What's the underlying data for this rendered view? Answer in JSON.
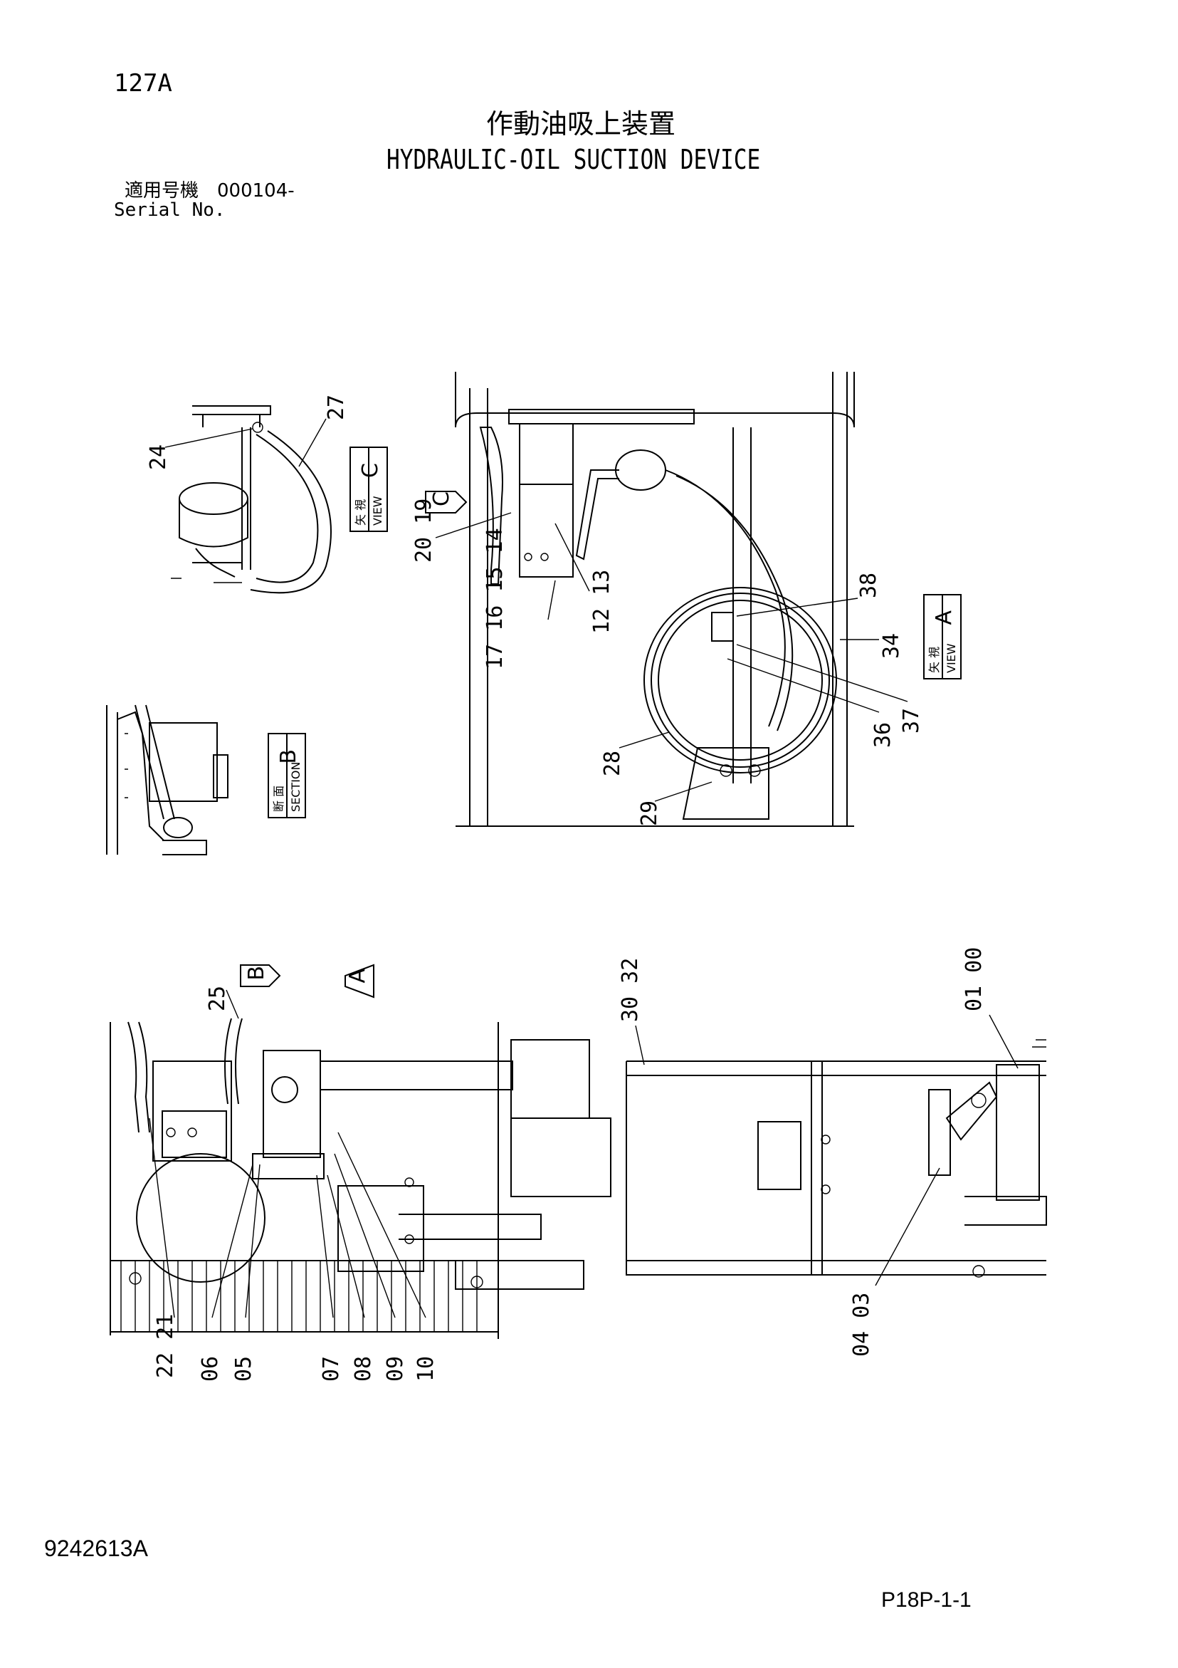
{
  "header": {
    "page_number": "127A",
    "title_jp": "作動油吸上装置",
    "title_en": "HYDRAULIC-OIL SUCTION DEVICE",
    "serial_label_jp": "適用号機　000104-",
    "serial_label_en": "Serial No."
  },
  "footer": {
    "document_number": "9242613A",
    "page_code": "P18P-1-1"
  },
  "views": {
    "view_c": {
      "letter": "C",
      "kanji": "矢 視",
      "word": "VIEW"
    },
    "view_a": {
      "letter": "A",
      "kanji": "矢 視",
      "word": "VIEW"
    },
    "section_b": {
      "letter": "B",
      "kanji": "断 面",
      "word": "SECTION"
    }
  },
  "part_labels": {
    "p24": "24",
    "p27": "27",
    "p20_19": "20 19",
    "p17_16_15_14": "17 16 15 14",
    "p12_13": "12 13",
    "p38": "38",
    "p34": "34",
    "p37": "37",
    "p36": "36",
    "p28": "28",
    "p29": "29",
    "p25": "25",
    "p30_32": "30 32",
    "p01_00": "01 00",
    "p22_21": "22 21",
    "p06": "06",
    "p05": "05",
    "p07": "07",
    "p08": "08",
    "p09": "09",
    "p10": "10",
    "p04_03": "04 03"
  },
  "arrow_marks": {
    "b": "B",
    "a": "A",
    "c": "C"
  }
}
